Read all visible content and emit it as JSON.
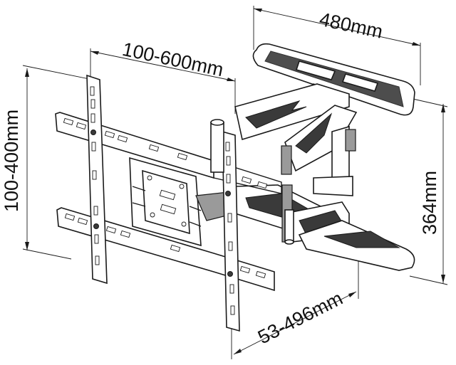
{
  "dimensions": {
    "arm_width": "480mm",
    "horizontal_vesa": "100-600mm",
    "vertical_vesa": "100-400mm",
    "mount_height": "364mm",
    "extension": "53-496mm"
  }
}
